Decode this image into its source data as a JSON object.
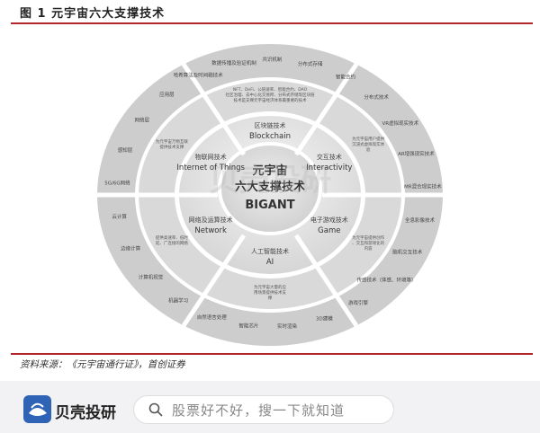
{
  "figure": {
    "title": "图 1 元宇宙六大支撑技术",
    "source": "资料来源：《元宇宙通行证》，首创证券"
  },
  "diagram": {
    "center": {
      "line1": "元宇宙",
      "line2": "六大支撑技术",
      "line3": "BIGANT"
    },
    "core_techs": [
      {
        "cn": "区块链技术",
        "en": "Blockchain"
      },
      {
        "cn": "交互技术",
        "en": "Interactivity"
      },
      {
        "cn": "电子游戏技术",
        "en": "Game"
      },
      {
        "cn": "人工智能技术",
        "en": "AI"
      },
      {
        "cn": "网络及运算技术",
        "en": "Network"
      },
      {
        "cn": "物联网技术",
        "en": "Internet of Things"
      }
    ],
    "middle_notes": [
      "NFT、DeFi、公链速率、智能合约、DAO社区治理、去中心化交易所、分布式存储等区块链技术是支撑元宇宙经济体系最重要的技术",
      "为元宇宙用户提供沉浸式虚拟现实体验",
      "为元宇宙提供创作、交互和游戏化的内容",
      "为元宇宙大量的应用场景提供技术支撑",
      "提供高速率、低时延、广连接的网络",
      "为元宇宙万物互联提供技术支撑"
    ],
    "outer_labels": [
      "哈希算法及时间戳技术",
      "数据传播及验证机制",
      "共识机制",
      "分布式存储",
      "智能合约",
      "分布式技术",
      "VR虚拟现实技术",
      "AR增强现实技术",
      "MR混合现实技术",
      "全息影像技术",
      "脑机交互技术",
      "传感技术（体感、环境等）",
      "游戏引擎",
      "3D建模",
      "实时渲染",
      "智能芯片",
      "自然语言处理",
      "机器学习",
      "计算机视觉",
      "边缘计算",
      "云计算",
      "5G/6G网络",
      "感知层",
      "网络层",
      "应用层"
    ],
    "watermark": "贝壳投研"
  },
  "footer": {
    "brand": "贝壳投研",
    "search_placeholder": "股票好不好，搜一下就知道"
  },
  "colors": {
    "rule": "#b3262c",
    "brand": "#2f63b6"
  }
}
